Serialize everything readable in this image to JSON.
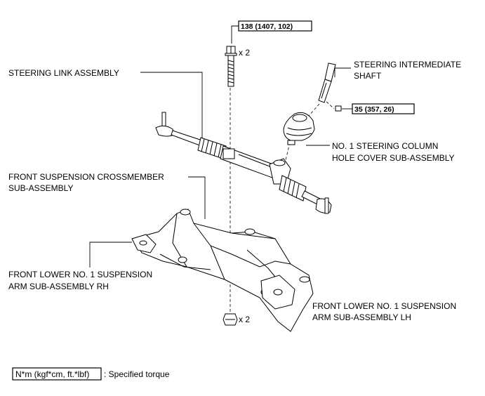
{
  "torque_specs": [
    {
      "value": "138 (1407, 102)"
    },
    {
      "value": "35 (357, 26)"
    }
  ],
  "quantities": {
    "upper_bolt": "x 2",
    "lower_nut": "x 2"
  },
  "labels": {
    "steering_intermediate_shaft": [
      "STEERING INTERMEDIATE",
      "SHAFT"
    ],
    "steering_link_assembly": [
      "STEERING LINK ASSEMBLY"
    ],
    "no1_steering_column_hole_cover": [
      "NO. 1 STEERING COLUMN",
      "HOLE COVER SUB-ASSEMBLY"
    ],
    "front_suspension_crossmember": [
      "FRONT SUSPENSION CROSSMEMBER",
      "SUB-ASSEMBLY"
    ],
    "front_lower_arm_rh": [
      "FRONT LOWER NO. 1 SUSPENSION",
      "ARM SUB-ASSEMBLY RH"
    ],
    "front_lower_arm_lh": [
      "FRONT LOWER NO. 1 SUSPENSION",
      "ARM SUB-ASSEMBLY LH"
    ]
  },
  "legend": {
    "unit_box": "N*m (kgf*cm, ft.*lbf)",
    "description": ": Specified torque"
  }
}
